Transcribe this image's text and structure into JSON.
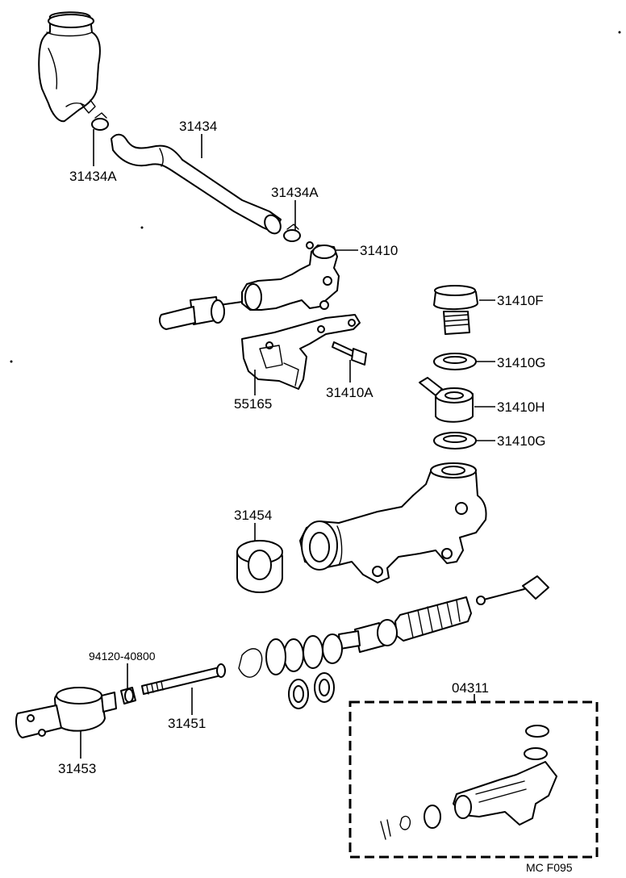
{
  "labels": {
    "hose": "31434",
    "clamp_upper": "31434A",
    "clamp_lower": "31434A",
    "master_cyl_assy": "31410",
    "union_bolt": "31410F",
    "gasket_upper": "31410G",
    "union": "31410H",
    "gasket_lower": "31410G",
    "bracket": "55165",
    "stud_bolt": "31410A",
    "reservoir_grommet": "31454",
    "push_rod_nut": "94120-40800",
    "push_rod": "31451",
    "clevis": "31453",
    "repair_kit": "04311"
  },
  "footer": {
    "code": "MC  F095"
  }
}
